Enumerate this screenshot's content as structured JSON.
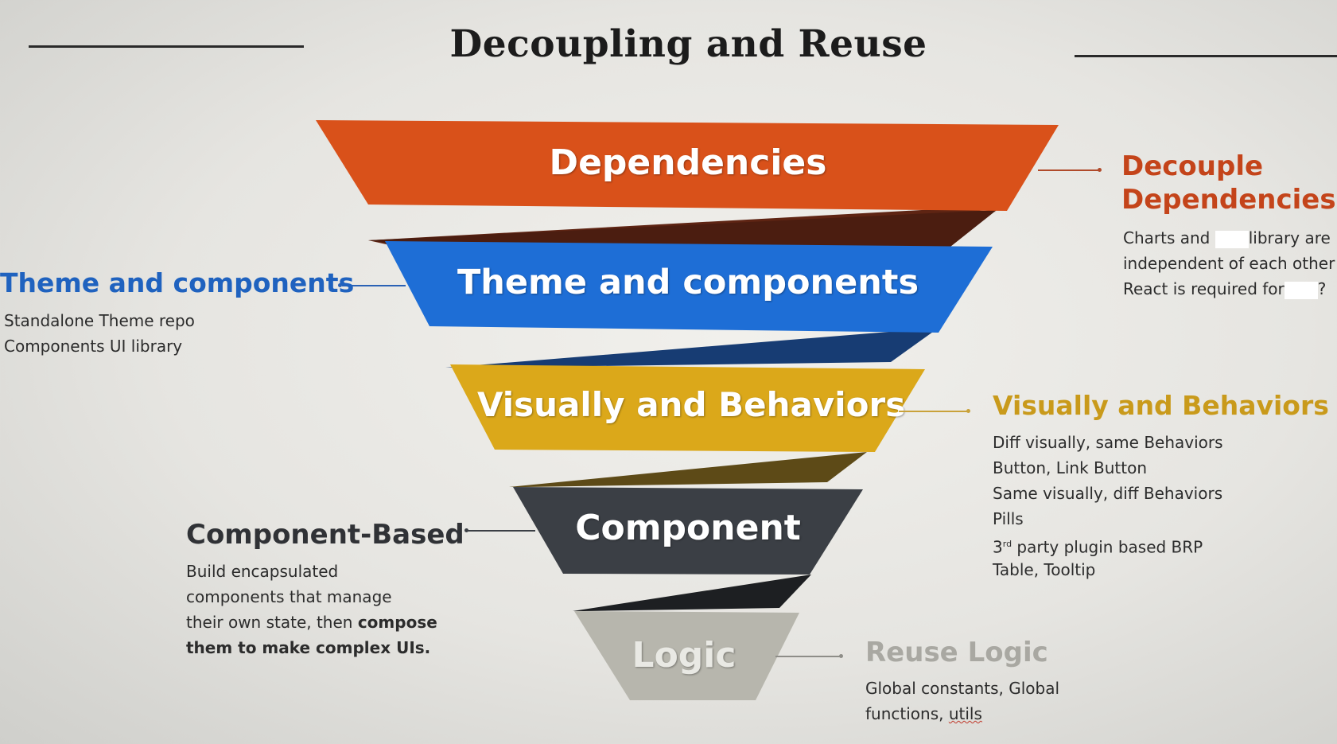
{
  "title": "Decoupling and Reuse",
  "colors": {
    "dependencies": "#d9511a",
    "theme": "#1e6ed6",
    "visual": "#dba81a",
    "component": "#3b3f45",
    "logic": "#b7b6ad",
    "decouple_text": "#c4441a",
    "theme_text": "#1f62bf",
    "visual_text": "#c99a1b",
    "logic_text": "#a9a8a2"
  },
  "funnel": {
    "bands": [
      {
        "label": "Dependencies"
      },
      {
        "label": "Theme and components"
      },
      {
        "label": "Visually and Behaviors"
      },
      {
        "label": "Component"
      },
      {
        "label": "Logic"
      }
    ]
  },
  "annotations": {
    "decouple": {
      "heading_line1": "Decouple",
      "heading_line2": "Dependencies",
      "line1_a": "Charts and",
      "line1_b": "library are",
      "line2": "independent of each other",
      "line3_a": "React is required for",
      "line3_b": "?"
    },
    "theme": {
      "heading": "Theme and components",
      "lines": [
        "Standalone Theme repo",
        "Components UI library"
      ]
    },
    "visual": {
      "heading": "Visually and Behaviors",
      "lines": [
        "Diff visually, same Behaviors",
        "Button, Link Button",
        "Same visually, diff Behaviors",
        "Pills"
      ],
      "line5_num": "3",
      "line5_sup": "rd",
      "line5_rest": " party plugin based BRP",
      "line6": "Table, Tooltip"
    },
    "component": {
      "heading": "Component-Based",
      "lines": [
        "Build encapsulated",
        "components that manage"
      ],
      "line3_a": "their own state, then ",
      "line3_b": "compose",
      "line4": "them to make complex UIs."
    },
    "logic": {
      "heading": "Reuse Logic",
      "line1": "Global constants, Global",
      "line2_a": "functions, ",
      "line2_b": "utils"
    }
  }
}
